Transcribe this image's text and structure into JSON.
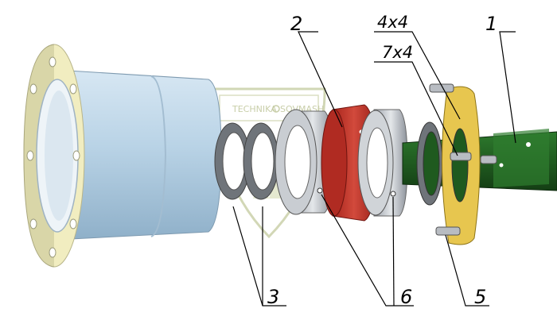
{
  "diagram": {
    "title": "",
    "watermark": {
      "line1": "TECHNIKA",
      "line2": "SOVMASH"
    },
    "callouts": [
      {
        "id": "c1",
        "text": "1"
      },
      {
        "id": "c2",
        "text": "2"
      },
      {
        "id": "c3",
        "text": "3"
      },
      {
        "id": "c4x4",
        "text": "4x4"
      },
      {
        "id": "c7x4",
        "text": "7x4"
      },
      {
        "id": "c5",
        "text": "5"
      },
      {
        "id": "c6",
        "text": "6"
      }
    ],
    "colors": {
      "housing": "#b9d3e6",
      "flange": "#f4f0b8",
      "ring_red": "#c1362c",
      "shaft_green": "#1f5a1f",
      "plate_yellow": "#e7c64f",
      "bearing": "#c8ccd2",
      "watermark": "#c9cfa8"
    }
  }
}
